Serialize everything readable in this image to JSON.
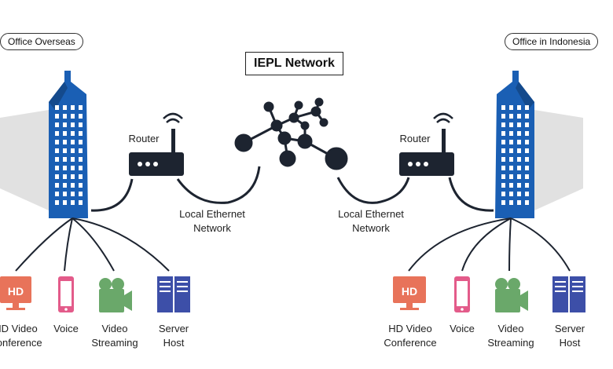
{
  "left_office": {
    "title": "Office Overseas"
  },
  "right_office": {
    "title": "Office in Indonesia"
  },
  "network": {
    "title": "IEPL Network"
  },
  "routers": {
    "left_label": "Router",
    "right_label": "Router"
  },
  "links": {
    "left_label": "Local Ethernet\nNetwork",
    "right_label": "Local Ethernet\nNetwork"
  },
  "devices_left": [
    {
      "icon": "hd-monitor-icon",
      "label": "HD Video\nConference",
      "icon_text": "HD"
    },
    {
      "icon": "phone-icon",
      "label": "Voice"
    },
    {
      "icon": "video-camera-icon",
      "label": "Video\nStreaming"
    },
    {
      "icon": "server-icon",
      "label": "Server\nHost"
    }
  ],
  "devices_right": [
    {
      "icon": "hd-monitor-icon",
      "label": "HD Video\nConference",
      "icon_text": "HD"
    },
    {
      "icon": "phone-icon",
      "label": "Voice"
    },
    {
      "icon": "video-camera-icon",
      "label": "Video\nStreaming"
    },
    {
      "icon": "server-icon",
      "label": "Server\nHost"
    }
  ],
  "colors": {
    "building": "#1a5fb4",
    "building_dark": "#144a8c",
    "router": "#1d2430",
    "network": "#1d2430",
    "hd": "#e8735a",
    "phone": "#e35b8a",
    "camera": "#6aa86a",
    "server": "#3d4fa8",
    "lines": "#1d2430"
  }
}
